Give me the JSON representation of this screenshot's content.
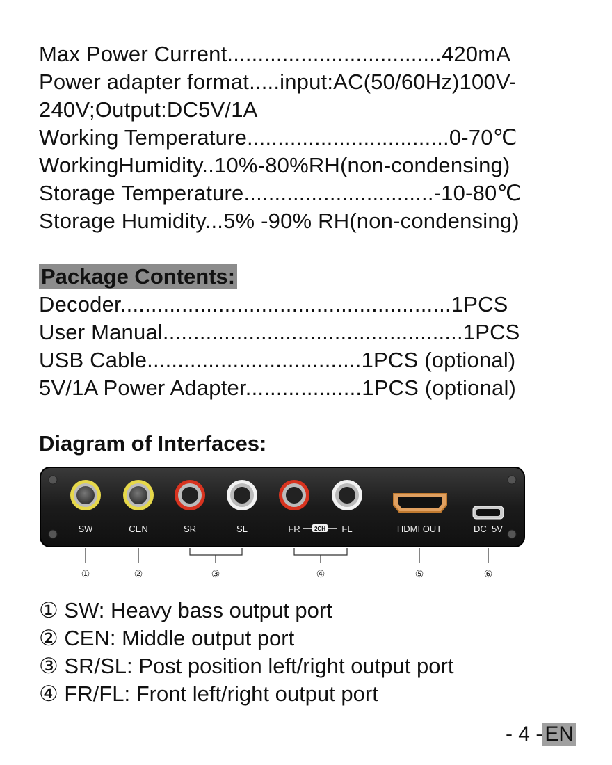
{
  "specs": [
    "Max Power Current...................................420mA",
    "Power adapter format.....input:AC(50/60Hz)100V-",
    "240V;Output:DC5V/1A",
    "Working Temperature.................................0-70℃",
    "WorkingHumidity..10%-80%RH(non-condensing)",
    "Storage Temperature...............................-10-80℃",
    "Storage Humidity...5% -90% RH(non-condensing)"
  ],
  "package": {
    "heading": "Package Contents:",
    "items": [
      "Decoder......................................................1PCS",
      "User Manual.................................................1PCS",
      "USB Cable...................................1PCS (optional)",
      "5V/1A Power Adapter...................1PCS (optional)"
    ]
  },
  "diagram": {
    "heading": "Diagram of Interfaces:",
    "port_labels": [
      "SW",
      "CEN",
      "SR",
      "SL",
      "FR",
      "2CH",
      "FL",
      "HDMI OUT",
      "DC  5V"
    ],
    "callouts": [
      "①",
      "②",
      "③",
      "④",
      "⑤",
      "⑥"
    ],
    "colors": {
      "yellow": "#e6d84a",
      "red": "#d8331f",
      "white": "#f2f2f2",
      "panel": "#1b1b1b"
    }
  },
  "legend": [
    "① SW: Heavy bass output port",
    "② CEN: Middle output port",
    "③ SR/SL: Post position left/right output port",
    "④ FR/FL: Front left/right output port"
  ],
  "page": {
    "number": "- 4 -",
    "lang": "EN"
  }
}
